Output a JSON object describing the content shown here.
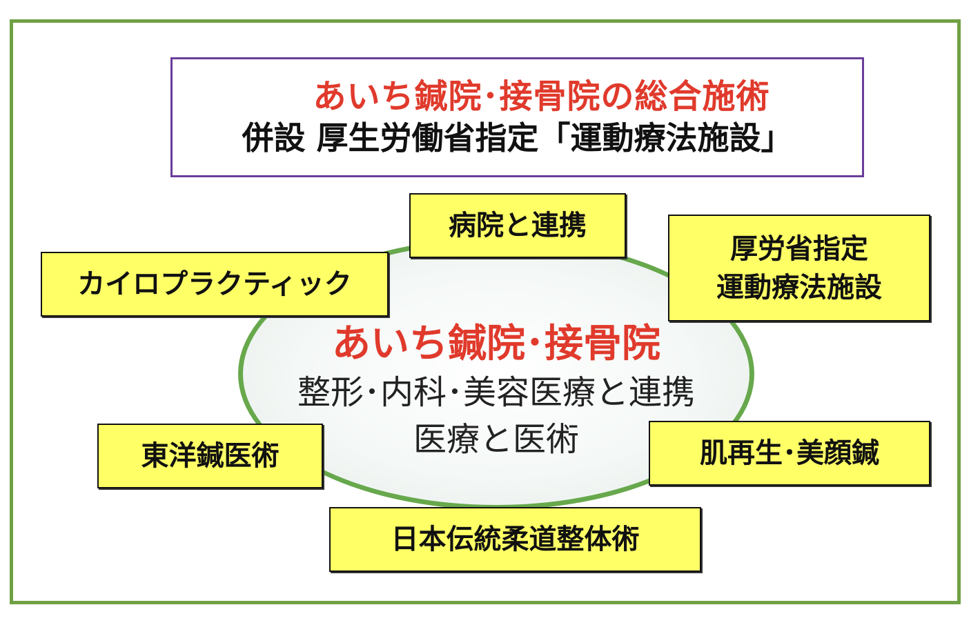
{
  "header": {
    "title": "あいち鍼院･接骨院の総合施術",
    "subtitle": "併設 厚生労働省指定「運動療法施設」"
  },
  "center": {
    "line1": "あいち鍼院･接骨院",
    "line2": "整形･内科･美容医療と連携",
    "line3": "医療と医術"
  },
  "boxes": {
    "hospital": "病院と連携",
    "chiro": "カイロプラクティック",
    "mhlw_line1": "厚労省指定",
    "mhlw_line2": "運動療法施設",
    "acupuncture": "東洋鍼医術",
    "skin": "肌再生･美顔鍼",
    "judo": "日本伝統柔道整体術"
  },
  "colors": {
    "frame": "#70a044",
    "title_border": "#6a3d9a",
    "accent_red": "#e03a2c",
    "box_fill": "#ffff66",
    "ellipse_border": "#67a84c"
  }
}
